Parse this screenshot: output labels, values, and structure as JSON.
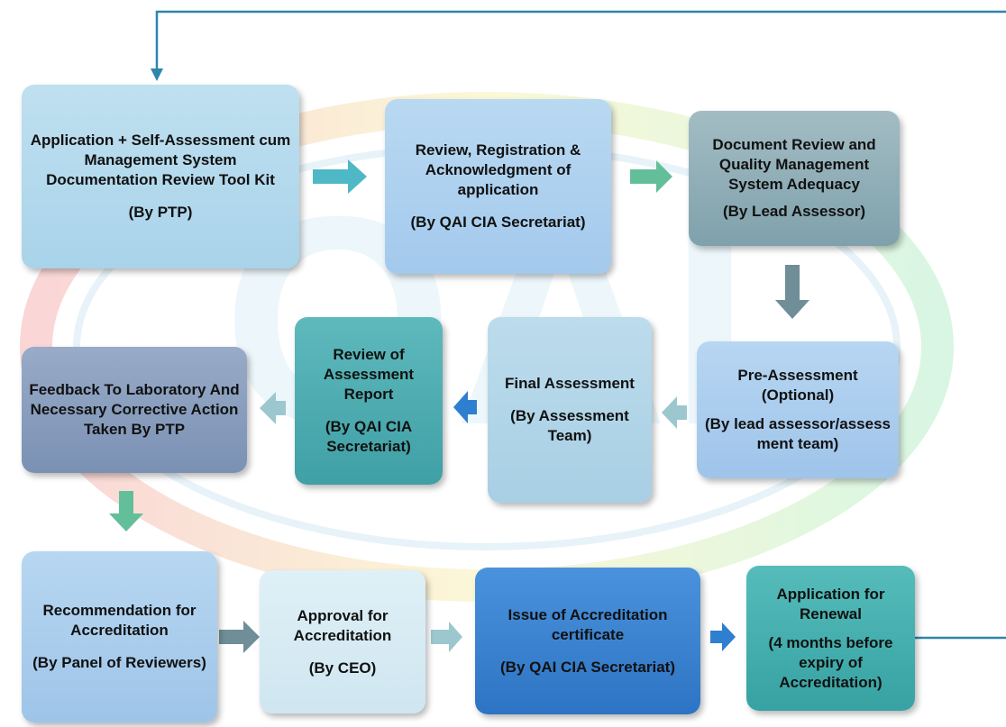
{
  "diagram": {
    "boxes": [
      {
        "id": "b1",
        "title": "Application + Self-Assessment cum Management System Documentation Review Tool Kit",
        "by": "(By PTP)"
      },
      {
        "id": "b2",
        "title": "Review, Registration & Acknowledgment of application",
        "by": "(By QAI CIA Secretariat)"
      },
      {
        "id": "b3",
        "title": "Document Review and Quality Management System Adequacy",
        "by": "(By Lead Assessor)"
      },
      {
        "id": "b4",
        "title": "Pre-Assessment (Optional)",
        "by": "(By lead assessor/assessment team)"
      },
      {
        "id": "b5",
        "title": "Final Assessment",
        "by": "(By Assessment Team)"
      },
      {
        "id": "b6",
        "title": "Review of Assessment Report",
        "by": "(By QAI CIA Secretariat)"
      },
      {
        "id": "b7",
        "title": "Feedback To Laboratory And Necessary Corrective Action Taken By PTP",
        "by": ""
      },
      {
        "id": "b8",
        "title": "Recommendation for Accreditation",
        "by": "(By Panel of Reviewers)"
      },
      {
        "id": "b9",
        "title": "Approval for Accreditation",
        "by": "(By CEO)"
      },
      {
        "id": "b10",
        "title": "Issue of Accreditation certificate",
        "by": "(By QAI CIA Secretariat)"
      },
      {
        "id": "b11",
        "title": "Application for Renewal",
        "by": "(4 months before expiry of Accreditation)"
      }
    ],
    "watermark_text": "QAI",
    "colors": {
      "connector": "#2e86ab",
      "arrow_teal": "#4fb8c6",
      "arrow_green": "#63bf9a",
      "arrow_slate": "#6f8e98",
      "arrow_blue": "#2f7fd0",
      "arrow_light": "#9cc7cf"
    }
  }
}
